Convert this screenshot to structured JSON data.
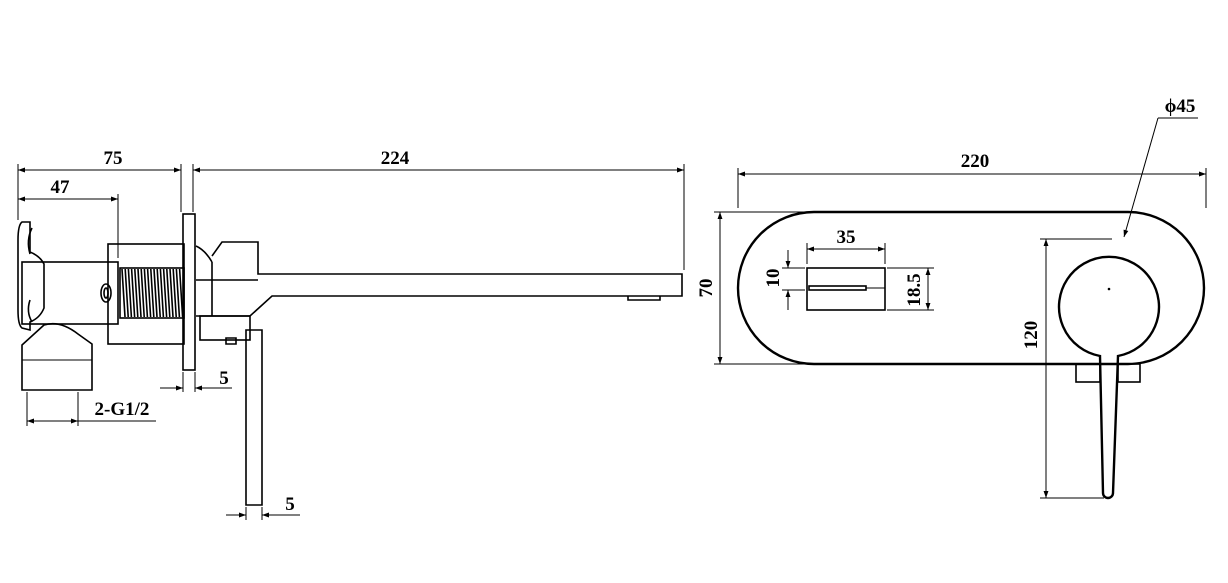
{
  "side_view": {
    "dim_total_body": "75",
    "dim_body_inner": "47",
    "dim_spout_length": "224",
    "dim_plate_thickness": "5",
    "dim_thread": "2-G1/2",
    "dim_handle_thickness": "5"
  },
  "front_view": {
    "dim_plate_width": "220",
    "dim_plate_height": "70",
    "dim_outlet_width": "35",
    "dim_outlet_slot": "10",
    "dim_outlet_height": "18.5",
    "dim_handle_length": "120",
    "dim_handle_diameter": "ϕ45"
  }
}
